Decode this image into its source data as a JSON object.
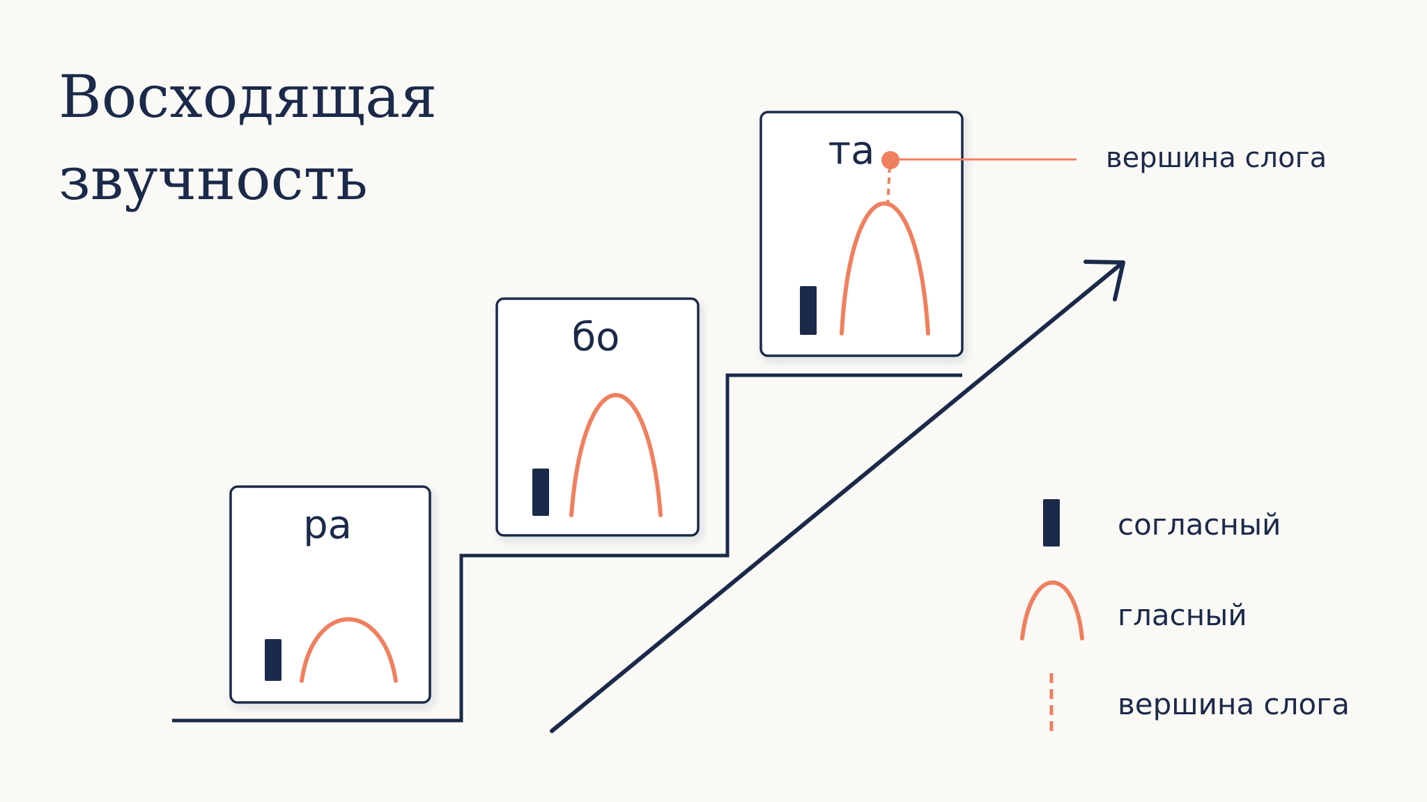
{
  "title": {
    "line1": "Восходящая",
    "line2": "звучность"
  },
  "syllables": [
    {
      "text": "ра"
    },
    {
      "text": "бо"
    },
    {
      "text": "та"
    }
  ],
  "peak_callout": "вершина слога",
  "legend": {
    "consonant": "согласный",
    "vowel": "гласный",
    "peak": "вершина слога"
  },
  "colors": {
    "ink": "#1b2a4a",
    "accent": "#f07f5e",
    "background": "#faf9f6",
    "card": "#ffffff"
  }
}
